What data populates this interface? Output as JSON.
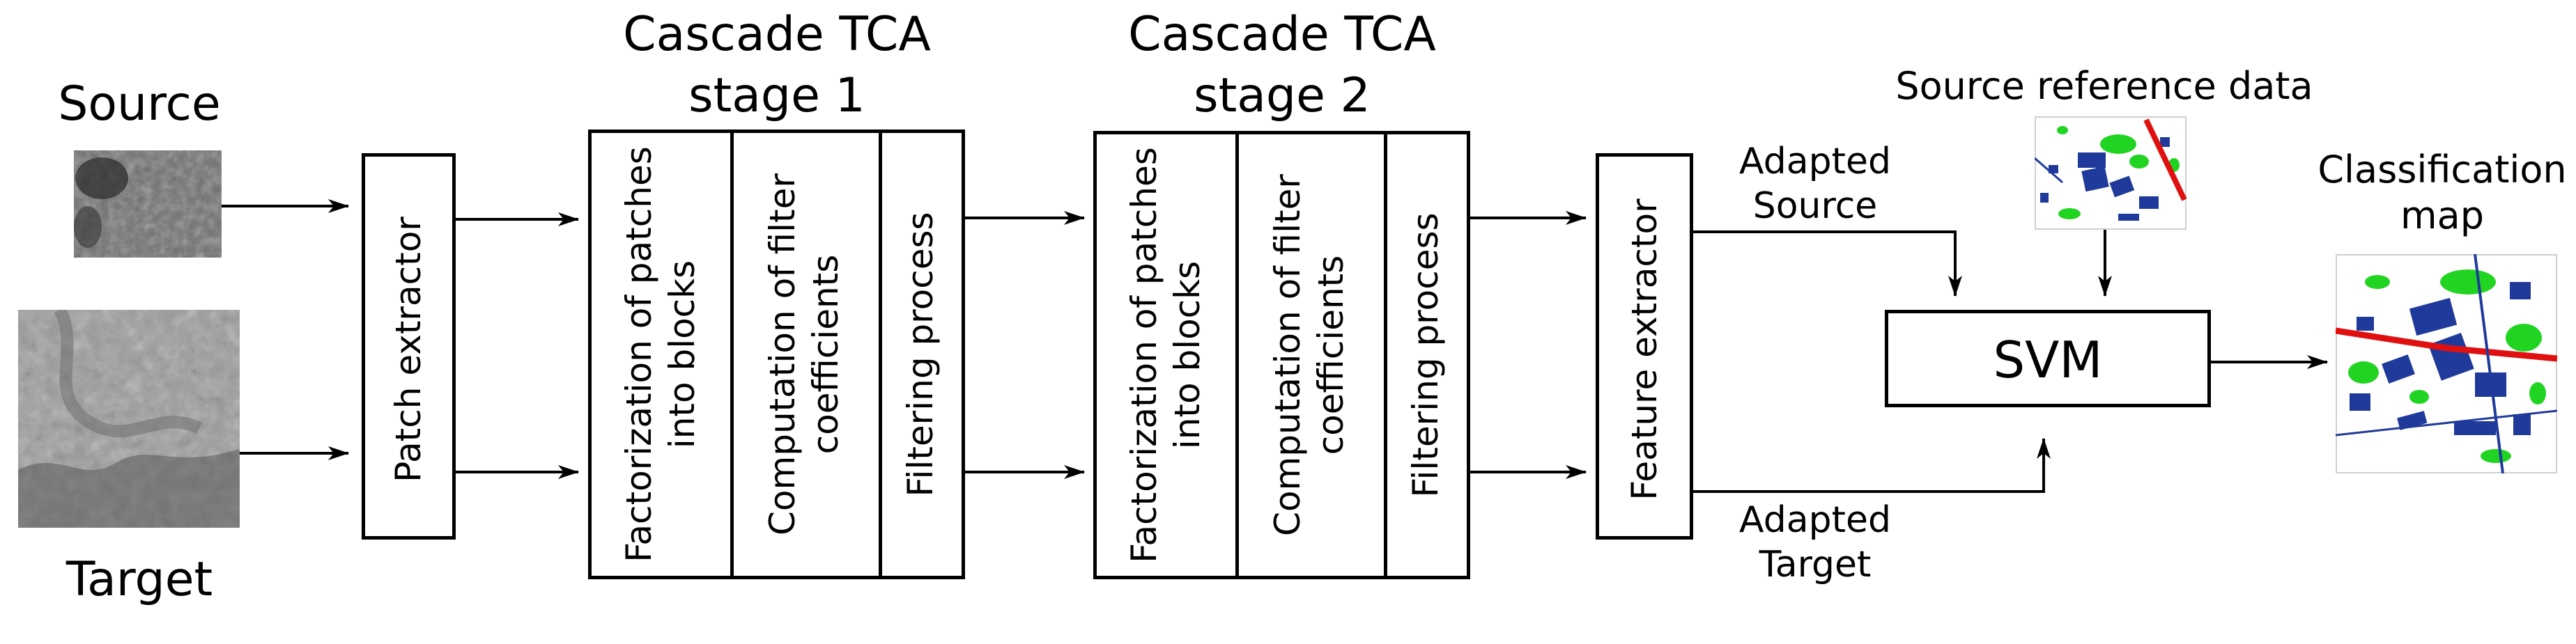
{
  "inputs": {
    "source_label": "Source",
    "target_label": "Target"
  },
  "patch_extractor": {
    "label": "Patch extractor"
  },
  "stage1": {
    "title": [
      "Cascade TCA",
      "stage 1"
    ],
    "blocks": [
      "Factorization of patches into blocks",
      "Computation of filter coefficients",
      "Filtering process"
    ]
  },
  "stage2": {
    "title": [
      "Cascade TCA",
      "stage 2"
    ],
    "blocks": [
      "Factorization of patches into blocks",
      "Computation of filter coefficients",
      "Filtering process"
    ]
  },
  "feature_extractor": {
    "label": "Feature extractor"
  },
  "adapted": {
    "source": [
      "Adapted",
      "Source"
    ],
    "target": [
      "Adapted",
      "Target"
    ]
  },
  "reference": {
    "label": "Source reference data"
  },
  "svm": {
    "label": "SVM"
  },
  "output": {
    "label": [
      "Classification",
      "map"
    ]
  },
  "colors": {
    "line": "#000000",
    "building_blue": "#1f3a9a",
    "vegetation_green": "#22d422",
    "road_red": "#e01010",
    "source_gray": "#5e5e5e",
    "target_gray": "#8a8a8a"
  }
}
